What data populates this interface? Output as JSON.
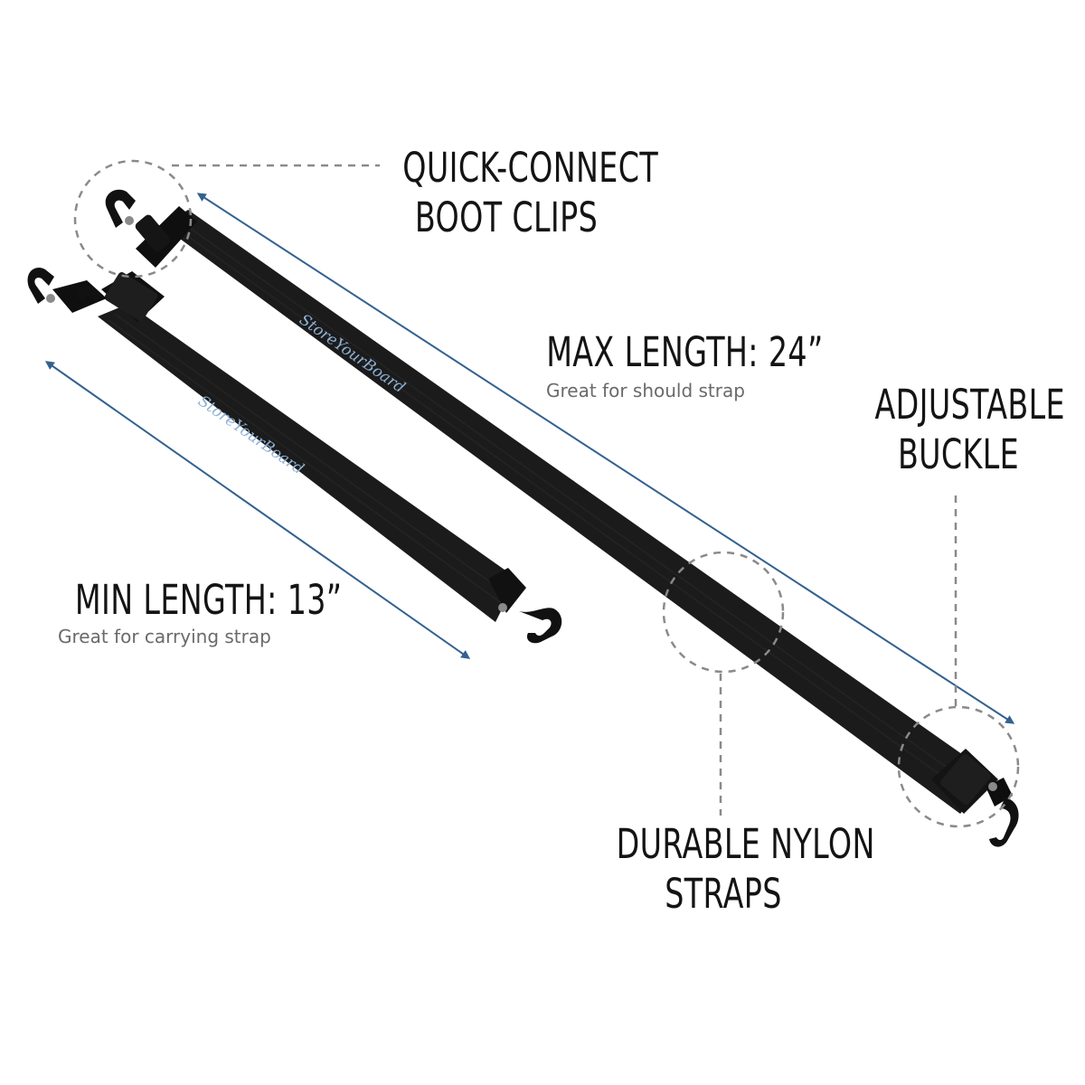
{
  "callouts": {
    "quick_connect": {
      "line1": "QUICK-CONNECT",
      "line2": "BOOT CLIPS"
    },
    "max_length": {
      "title": "MAX LENGTH: 24”",
      "note": "Great for should strap"
    },
    "adjustable": {
      "line1": "ADJUSTABLE",
      "line2": "BUCKLE"
    },
    "min_length": {
      "title": "MIN LENGTH: 13”",
      "note": "Great for carrying strap"
    },
    "durable": {
      "line1": "DURABLE NYLON",
      "line2": "STRAPS"
    }
  },
  "strap_brand": "StoreYourBoard",
  "colors": {
    "strap": "#1b1b1b",
    "arrow": "#33618f",
    "dashed": "#8a8a8a",
    "brand_text": "#8fb1d6"
  }
}
